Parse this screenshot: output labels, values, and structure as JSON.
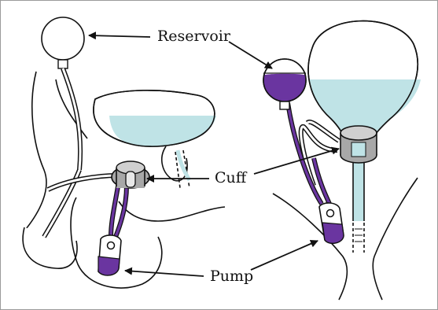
{
  "labels": {
    "reservoir": "Reservoir",
    "cuff": "Cuff",
    "pump": "Pump"
  },
  "colors": {
    "fluid": "#bfe3e6",
    "device_purple": "#6a35a0",
    "cuff_gray": "#a8a8a8",
    "outline": "#111111",
    "background": "#ffffff"
  }
}
